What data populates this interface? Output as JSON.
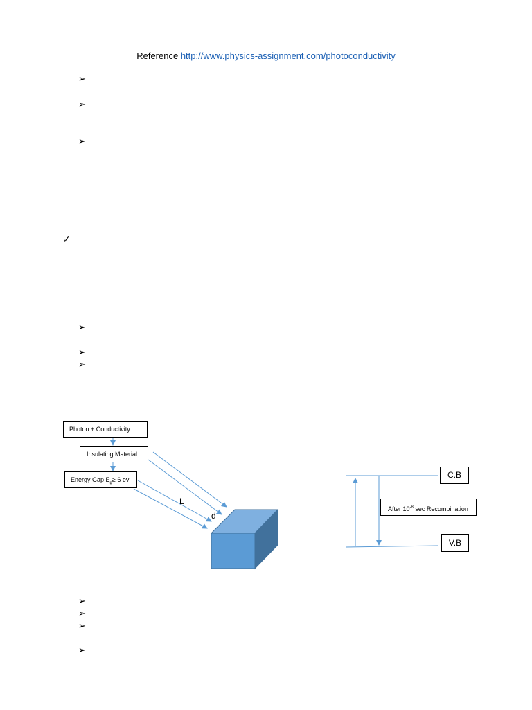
{
  "reference": {
    "prefix": "Reference ",
    "link_text": "http://www.physics-assignment.com/photoconductivity"
  },
  "bullets": {
    "arrow_glyph": "➢",
    "check_glyph": "✓"
  },
  "diagram": {
    "photon_box": "Photon + Conductivity",
    "insulating_box": "Insulating Material",
    "energy_gap_prefix": "Energy Gap E",
    "energy_gap_sub": "g",
    "energy_gap_suffix": "≥ 6 ev",
    "label_L": "L",
    "label_d": "d",
    "cb_label": "C.B",
    "vb_label": "V.B",
    "recomb_prefix": "After 10",
    "recomb_exp": "-8",
    "recomb_suffix": "sec Recombination"
  },
  "colors": {
    "arrow_blue": "#5b9bd5",
    "cube_front": "#5b9bd5",
    "cube_top": "#7fb0e0",
    "cube_side": "#41719c",
    "link": "#1a5fb4"
  }
}
